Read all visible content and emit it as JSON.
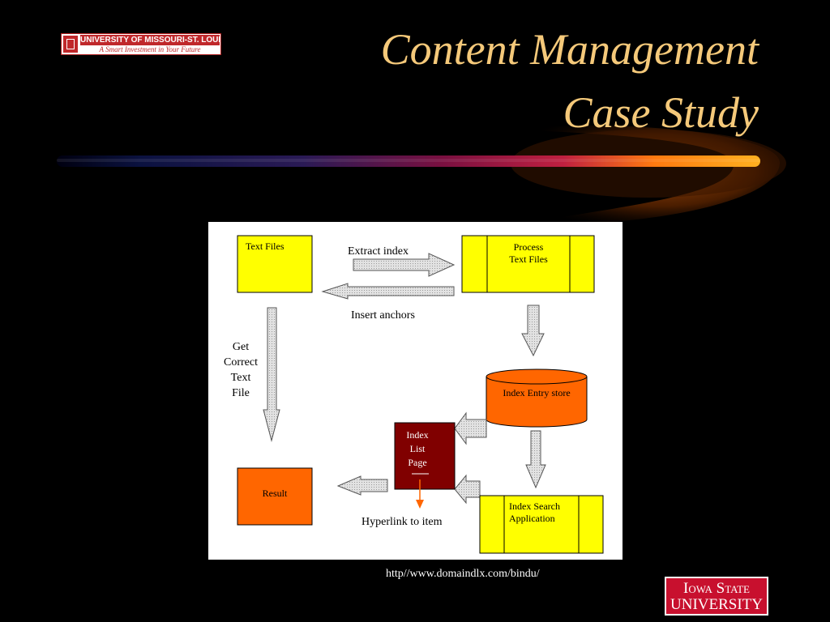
{
  "slide": {
    "title_line1": "Content Management",
    "title_line2": "Case Study",
    "url": "http//www.domaindlx.com/bindu/"
  },
  "logos": {
    "umsl_name": "UNIVERSITY OF MISSOURI-ST. LOUIS",
    "umsl_tagline": "A Smart Investment in Your Future",
    "isu_line1": "Iowa State",
    "isu_line2": "UNIVERSITY"
  },
  "diagram": {
    "nodes": {
      "text_files": "Text Files",
      "process_text_files": "Process\nText Files",
      "index_entry_store": "Index Entry store",
      "index_list_page": "Index\nList\nPage",
      "index_search_application": "Index Search\nApplication",
      "result": "Result"
    },
    "edges": {
      "extract_index": "Extract index",
      "insert_anchors": "Insert anchors",
      "get_correct_text_file": "Get\nCorrect\nText\nFile",
      "hyperlink_to_item": "Hyperlink to item"
    },
    "colors": {
      "yellow": "#ffff00",
      "orange": "#ff6600",
      "dark_red": "#800000",
      "arrow_fill": "#d4d4d4"
    }
  }
}
